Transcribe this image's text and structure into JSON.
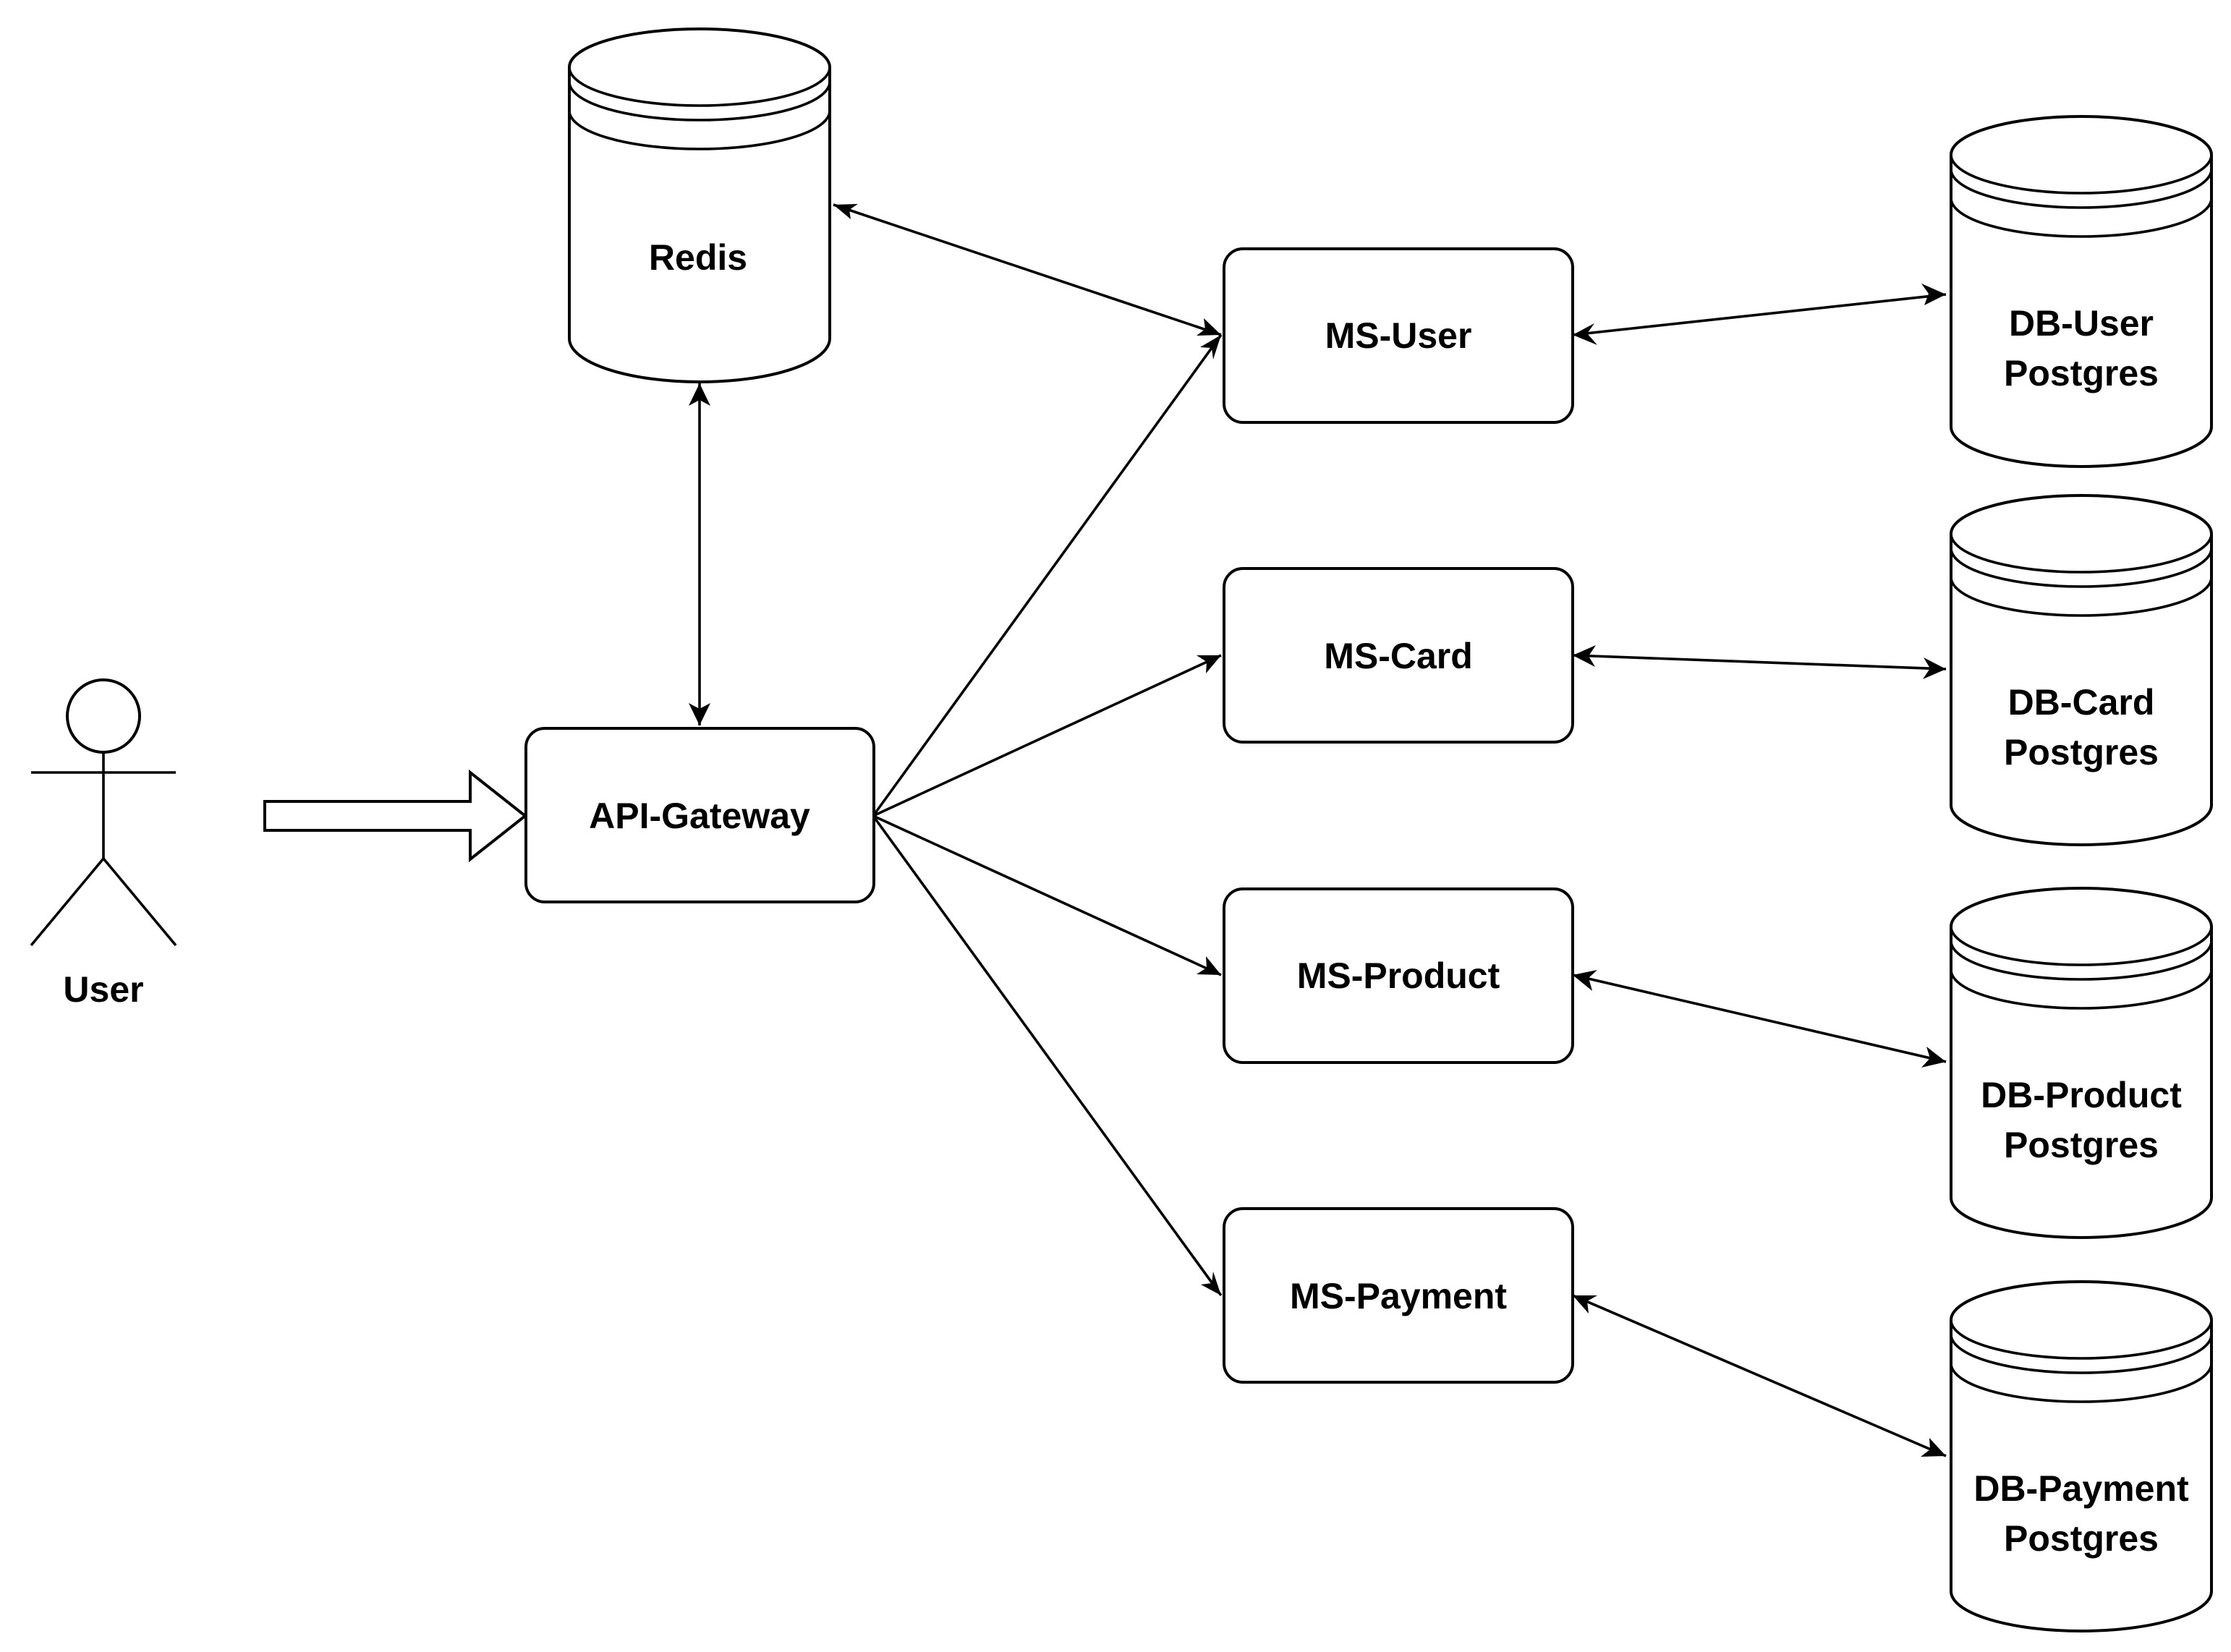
{
  "actor": {
    "label": "User"
  },
  "gateway": {
    "label": "API-Gateway"
  },
  "cache": {
    "label": "Redis"
  },
  "services": [
    {
      "label": "MS-User"
    },
    {
      "label": "MS-Card"
    },
    {
      "label": "MS-Product"
    },
    {
      "label": "MS-Payment"
    }
  ],
  "databases": [
    {
      "line1": "DB-User",
      "line2": "Postgres"
    },
    {
      "line1": "DB-Card",
      "line2": "Postgres"
    },
    {
      "line1": "DB-Product",
      "line2": "Postgres"
    },
    {
      "line1": "DB-Payment",
      "line2": "Postgres"
    }
  ],
  "connections": [
    {
      "from": "actor",
      "to": "gateway",
      "style": "block-arrow"
    },
    {
      "from": "gateway",
      "to": "cache",
      "style": "bidirectional"
    },
    {
      "from": "cache",
      "to": "services.0",
      "style": "bidirectional"
    },
    {
      "from": "gateway",
      "to": "services.0",
      "style": "arrow"
    },
    {
      "from": "gateway",
      "to": "services.1",
      "style": "arrow"
    },
    {
      "from": "gateway",
      "to": "services.2",
      "style": "arrow"
    },
    {
      "from": "gateway",
      "to": "services.3",
      "style": "arrow"
    },
    {
      "from": "services.0",
      "to": "databases.0",
      "style": "bidirectional"
    },
    {
      "from": "services.1",
      "to": "databases.1",
      "style": "bidirectional"
    },
    {
      "from": "services.2",
      "to": "databases.2",
      "style": "bidirectional"
    },
    {
      "from": "services.3",
      "to": "databases.3",
      "style": "bidirectional"
    }
  ]
}
